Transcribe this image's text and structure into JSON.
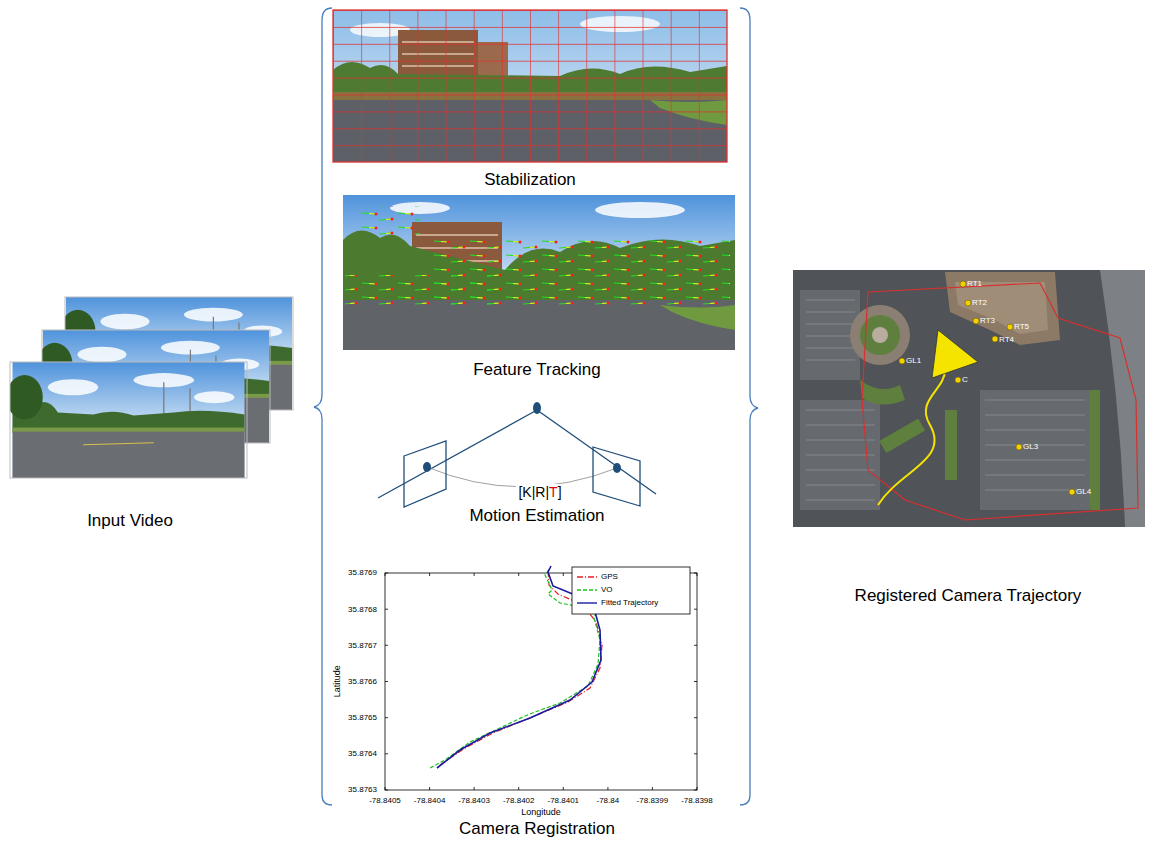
{
  "diagram": {
    "nodes": [
      {
        "text": [
          "Input Video"
        ]
      },
      {
        "text": [
          "Stabilization"
        ]
      },
      {
        "text": [
          "Feature Tracking"
        ]
      },
      {
        "text": [
          "Motion Estimation"
        ]
      },
      {
        "text": [
          "Camera Registration"
        ]
      },
      {
        "text": [
          "Registered  Camera Trajectory"
        ]
      }
    ],
    "labels": [
      "[K|R|T]",
      "35.8769",
      "35.8768",
      "35.8767",
      "35.8766",
      "35.8765",
      "35.8764",
      "35.8763",
      "-78.8405",
      "-78.8404",
      "-78.8403",
      "-78.8402",
      "-78.8401",
      "-78.84",
      "-78.8399",
      "-78.8398",
      "Latitude",
      "Longitude",
      "RT1",
      "RT2",
      "RT3",
      "RT4",
      "RT5",
      "GL1",
      "C",
      "GL3",
      "GL4"
    ],
    "legend": [
      {
        "text": "GPS"
      },
      {
        "text": "VO"
      },
      {
        "text": "Fitted Trajectory"
      }
    ]
  }
}
